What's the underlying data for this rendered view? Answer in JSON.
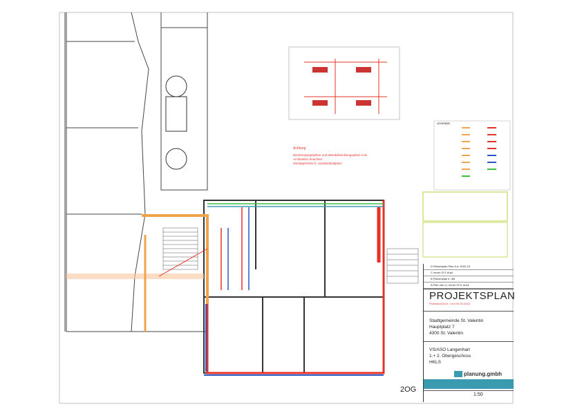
{
  "notice": {
    "heading": "Achtung",
    "line1": "Deckenspiegelpläne und Wandabwicklungspläne vom",
    "line2": "Architekten beachten.",
    "line3": "Montagehöhen lt. Sanitärdetailplan!"
  },
  "legend_title": "LEGENDE",
  "title_block": {
    "revisions": [
      "D   Fliesenplan Plan lt.d. 2022-23",
      "C   neuer Gf 1 Ausf.",
      "B   Fliesenplan lt. dfd",
      "A   Plan neu Lt. neuer Gf lt. Ausf."
    ],
    "title": "PROJEKTSPLAN",
    "subtitle": "Planstand Arch.: vom 09.02.2022",
    "client": [
      "Stadtgemeinde St. Valentin",
      "Hauptplatz 7",
      "4300 St. Valentin"
    ],
    "project": [
      "VS/ASO Langenhart",
      "1.+ 2. Obergeschoss",
      "HKLS"
    ],
    "company": "planung.gmbh",
    "scale": "1:50"
  },
  "floor_label": "2OG",
  "colors": {
    "heating": "#e8302a",
    "cold": "#2a57c8",
    "ventilation": "#f2a24a",
    "green": "#3fbf3f",
    "accent": "#3a9bb0"
  }
}
